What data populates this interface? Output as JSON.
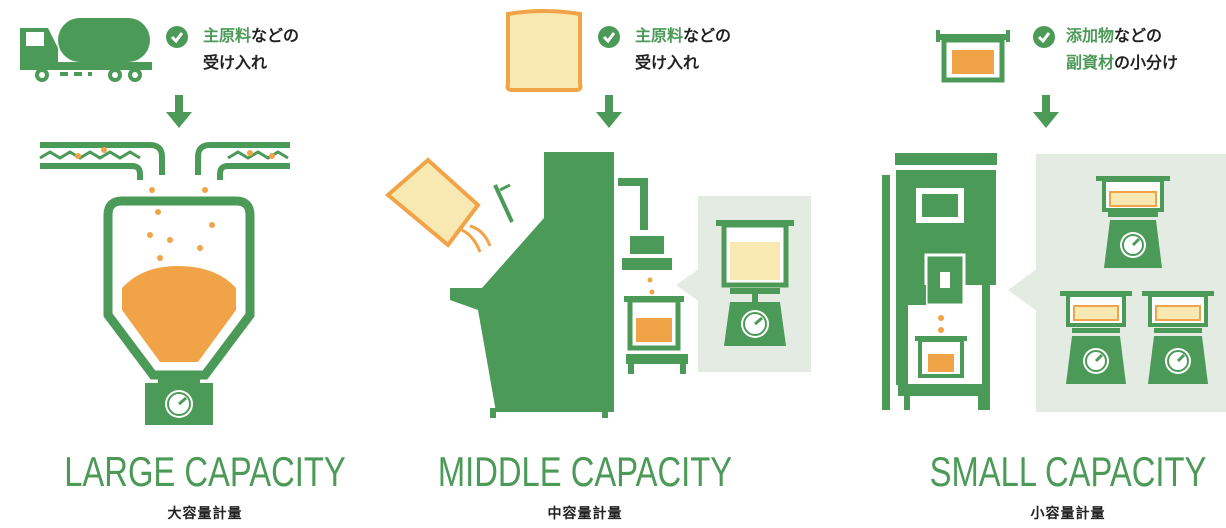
{
  "colors": {
    "green": "#4c9a57",
    "orange": "#f0a447",
    "cream": "#f8e9b3",
    "panel": "#e3ebe2",
    "text": "#222222"
  },
  "columns": [
    {
      "id": "large",
      "title": "LARGE CAPACITY",
      "subtitle": "大容量計量",
      "callout": {
        "highlight": "主原料",
        "rest": "などの",
        "line2_highlight": "",
        "line2": "受け入れ"
      },
      "icons": [
        "tank-truck-icon",
        "conveyor-icon",
        "silo-hopper-icon",
        "scale-dial-icon"
      ]
    },
    {
      "id": "middle",
      "title": "MIDDLE CAPACITY",
      "subtitle": "中容量計量",
      "callout": {
        "highlight": "主原料",
        "rest": "などの",
        "line2_highlight": "",
        "line2": "受け入れ"
      },
      "icons": [
        "flexible-bag-icon",
        "dumping-bag-icon",
        "dispensing-machine-icon",
        "bucket-on-scale-icon"
      ]
    },
    {
      "id": "small",
      "title": "SMALL CAPACITY",
      "subtitle": "小容量計量",
      "callout": {
        "highlight": "添加物",
        "rest": "などの",
        "line2_highlight": "副資材",
        "line2": "の小分け"
      },
      "icons": [
        "small-container-icon",
        "dispensing-station-icon",
        "scales-icon"
      ]
    }
  ]
}
